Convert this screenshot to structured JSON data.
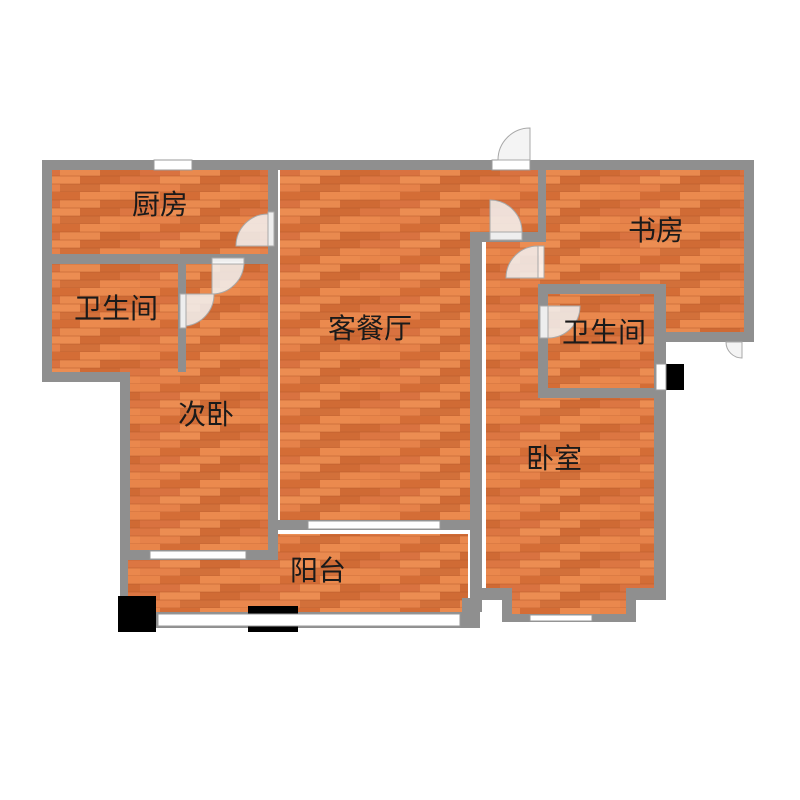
{
  "rooms": {
    "kitchen": "厨房",
    "bathroom_left": "卫生间",
    "living_dining": "客餐厅",
    "study": "书房",
    "bathroom_right": "卫生间",
    "second_bedroom": "次卧",
    "master_bedroom": "卧室",
    "balcony": "阳台"
  },
  "colors": {
    "wall": "#8f8f8f",
    "floor": "#e0783f",
    "floor_light": "#eb8a4e",
    "floor_dark": "#c9622e",
    "plank_line": "#b4592a",
    "column": "#000000",
    "window": "#ffffff",
    "door_swing": "#f2f2f2"
  }
}
